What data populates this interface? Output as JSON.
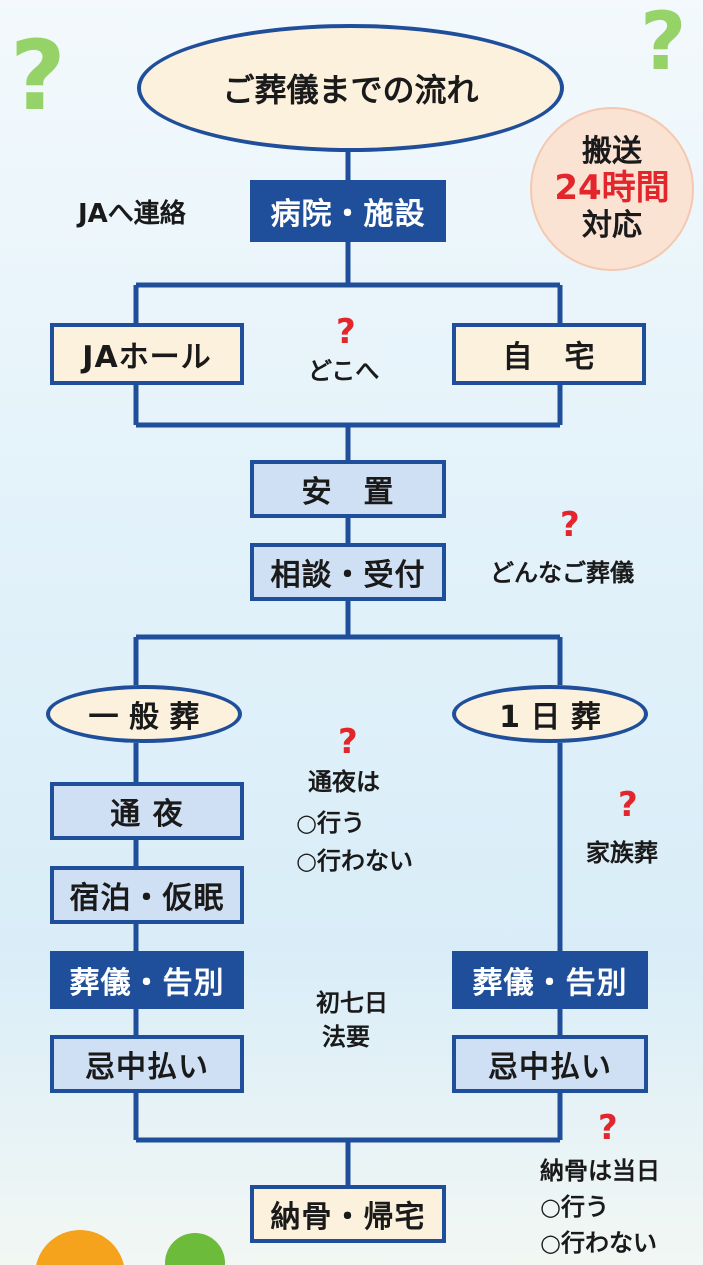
{
  "title": "ご葬儀までの流れ",
  "transport_badge": {
    "line1": "搬送",
    "line2": "24時間",
    "line3": "対応"
  },
  "notes": {
    "contact_ja": "JAへ連絡",
    "where": "どこへ",
    "what_funeral": "どんなご葬儀",
    "wake_question": "通夜は",
    "option_do": "○行う",
    "option_not": "○行わない",
    "family_funeral": "家族葬",
    "first_seventh_day_1": "初七日",
    "first_seventh_day_2": "法要",
    "burial_same_day": "納骨は当日",
    "burial_do": "○行う",
    "burial_not": "○行わない"
  },
  "question_mark": "?",
  "flow": {
    "hospital": "病院・施設",
    "ja_hall": "JAホール",
    "home": "自　宅",
    "placement": "安　置",
    "consult": "相談・受付",
    "general": "一 般 葬",
    "one_day": "1 日 葬",
    "wake": "通 夜",
    "stay": "宿泊・仮眠",
    "funeral_left": "葬儀・告別",
    "funeral_right": "葬儀・告別",
    "memorial_left": "忌中払い",
    "memorial_right": "忌中払い",
    "burial": "納骨・帰宅"
  },
  "colors": {
    "dark_box": "#1f4e9a",
    "light_box": "#cfe0f4",
    "cream_box": "#fcf1dc",
    "question": "#e3262b",
    "badge_red": "#e3262b"
  }
}
